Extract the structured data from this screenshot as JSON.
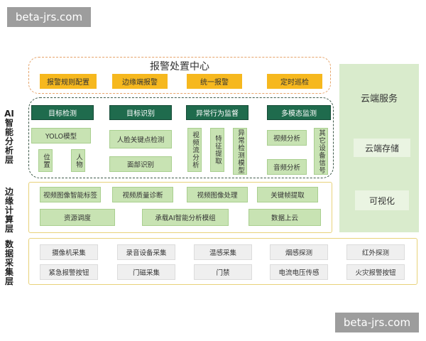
{
  "watermark": "beta-jrs.com",
  "layers": {
    "ai": "AI智能分析层",
    "edge": "边缘计算层",
    "data": "数据采集层"
  },
  "alarm_center": {
    "title": "报警处置中心",
    "buttons": [
      "报警规则配置",
      "边缘端报警",
      "统一报警",
      "定时巡检"
    ]
  },
  "ai_section": {
    "heads": [
      "目标检测",
      "目标识别",
      "异常行为监督",
      "多模态监测"
    ],
    "yolo": "YOLO模型",
    "position": "位置",
    "person": "人物",
    "face_keypoint": "人脸关键点检测",
    "face_recog": "面部识别",
    "video_stream": "视频流分析",
    "feature": "特征提取",
    "anomaly_model": "异常检测模型",
    "video_analysis": "视频分析",
    "audio_analysis": "音频分析",
    "other_signals": "其它设备信号"
  },
  "edge_section": {
    "row1": [
      "视频图像智能标签",
      "视频质量诊断",
      "视频图像处理",
      "关键帧提取"
    ],
    "row2": [
      "资源调度",
      "承载AI智能分析模组",
      "数据上云"
    ]
  },
  "data_section": {
    "row1": [
      "摄像机采集",
      "录音设备采集",
      "温感采集",
      "烟感探测",
      "红外探测"
    ],
    "row2": [
      "紧急报警按钮",
      "门磁采集",
      "门禁",
      "电流电压传感",
      "火灾报警按钮"
    ]
  },
  "cloud": {
    "title": "云端服务",
    "items": [
      "云端存储",
      "可视化"
    ]
  },
  "colors": {
    "orange": "#f6b81e",
    "dark_green": "#1f6b4d",
    "light_green": "#c8e3b3",
    "cloud_bg": "#d9ebcc",
    "gray": "#efefef"
  }
}
